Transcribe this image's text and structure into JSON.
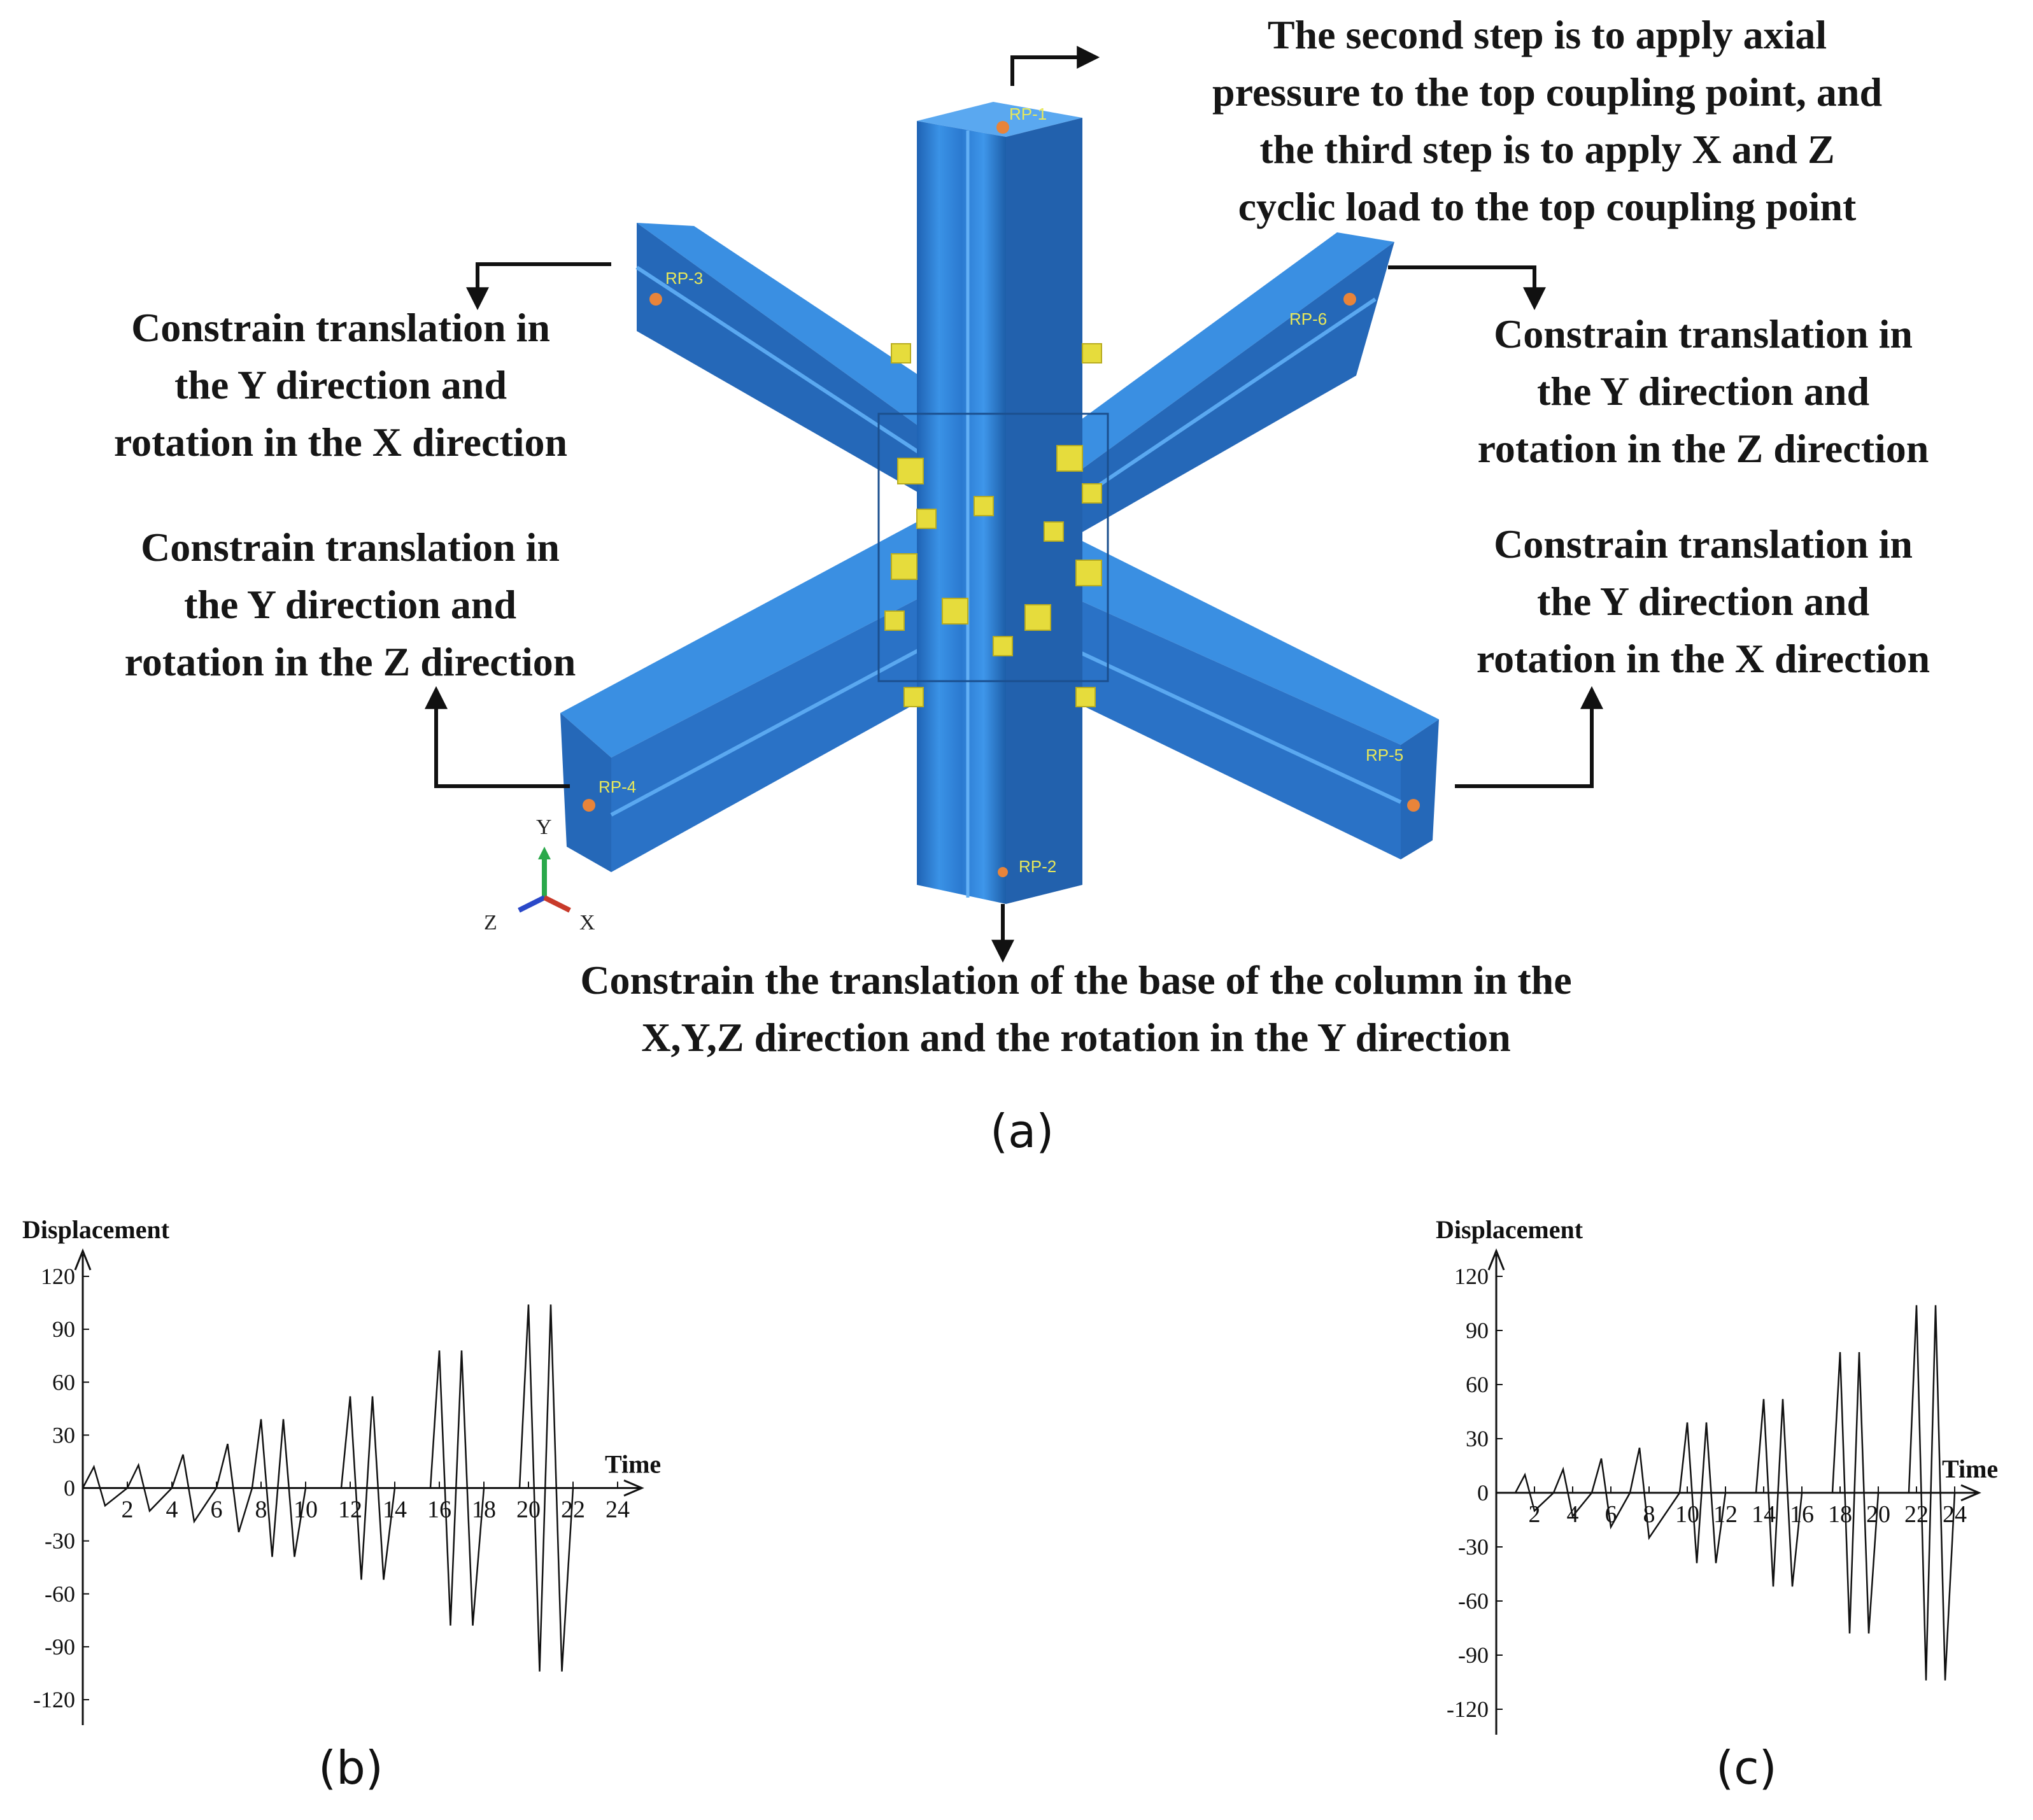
{
  "figure_a": {
    "annotations": {
      "top": [
        "The second step is to apply axial",
        "pressure to the top coupling point, and",
        "the third step is to apply X and Z",
        "cyclic load to the top coupling point"
      ],
      "upper_left": [
        "Constrain translation in",
        "the Y direction and",
        "rotation in the X direction"
      ],
      "upper_right": [
        "Constrain translation in",
        "the Y direction and",
        "rotation in the Z direction"
      ],
      "lower_left": [
        "Constrain translation in",
        "the Y direction and",
        "rotation in the Z direction"
      ],
      "lower_right": [
        "Constrain translation in",
        "the Y direction and",
        "rotation in the X direction"
      ],
      "bottom": [
        "Constrain the translation of the base of the column in the",
        "X,Y,Z direction and the rotation in the Y direction"
      ]
    },
    "reference_points": [
      "RP-1",
      "RP-2",
      "RP-3",
      "RP-4",
      "RP-5",
      "RP-6"
    ],
    "axes_triad": {
      "y": "Y",
      "z": "Z",
      "x": "X"
    },
    "model_color": "#2e7fd4",
    "caption": "(a)"
  },
  "chart_data": [
    {
      "type": "line",
      "id": "b",
      "ylabel": "Displacement",
      "xlabel": "Time",
      "ylim": [
        -120,
        120
      ],
      "xlim": [
        0,
        24
      ],
      "yticks": [
        "120",
        "90",
        "60",
        "30",
        "0",
        "-30",
        "-60",
        "-90",
        "-120"
      ],
      "xticks": [
        "2",
        "4",
        "6",
        "8",
        "10",
        "12",
        "14",
        "16",
        "18",
        "20",
        "22",
        "24"
      ],
      "series": [
        {
          "x": [
            0,
            0.5,
            1,
            2,
            2.5,
            3,
            4,
            4.5,
            5,
            6,
            6.5,
            7,
            7.6,
            8,
            8.5,
            9,
            9.5,
            10,
            11.6,
            12,
            12.5,
            13,
            13.5,
            14,
            15.6,
            16,
            16.5,
            17,
            17.5,
            18,
            19.6,
            20,
            20.5,
            21,
            21.5,
            22
          ],
          "y": [
            0,
            12,
            -10,
            0,
            13,
            -13,
            0,
            19,
            -19,
            0,
            25,
            -25,
            0,
            39,
            -39,
            39,
            -39,
            0,
            0,
            52,
            -52,
            52,
            -52,
            0,
            0,
            78,
            -78,
            78,
            -78,
            0,
            0,
            104,
            -104,
            104,
            -104,
            0
          ]
        }
      ],
      "caption": "(b)"
    },
    {
      "type": "line",
      "id": "c",
      "ylabel": "Displacement",
      "xlabel": "Time",
      "ylim": [
        -120,
        120
      ],
      "xlim": [
        0,
        24
      ],
      "yticks": [
        "120",
        "90",
        "60",
        "30",
        "0",
        "-30",
        "-60",
        "-90",
        "-120"
      ],
      "xticks": [
        "2",
        "4",
        "6",
        "8",
        "10",
        "12",
        "14",
        "16",
        "18",
        "20",
        "22",
        "24"
      ],
      "series": [
        {
          "x": [
            0,
            1,
            1.5,
            2,
            3,
            3.5,
            4,
            5,
            5.5,
            6,
            7,
            7.5,
            8,
            9.6,
            10,
            10.5,
            11,
            11.5,
            12,
            13.6,
            14,
            14.5,
            15,
            15.5,
            16,
            17.6,
            18,
            18.5,
            19,
            19.5,
            20,
            21.6,
            22,
            22.5,
            23,
            23.5,
            24
          ],
          "y": [
            0,
            0,
            10,
            -10,
            0,
            13,
            -13,
            0,
            19,
            -19,
            0,
            25,
            -25,
            0,
            39,
            -39,
            39,
            -39,
            0,
            0,
            52,
            -52,
            52,
            -52,
            0,
            0,
            78,
            -78,
            78,
            -78,
            0,
            0,
            104,
            -104,
            104,
            -104,
            0
          ]
        }
      ],
      "caption": "(c)"
    }
  ]
}
